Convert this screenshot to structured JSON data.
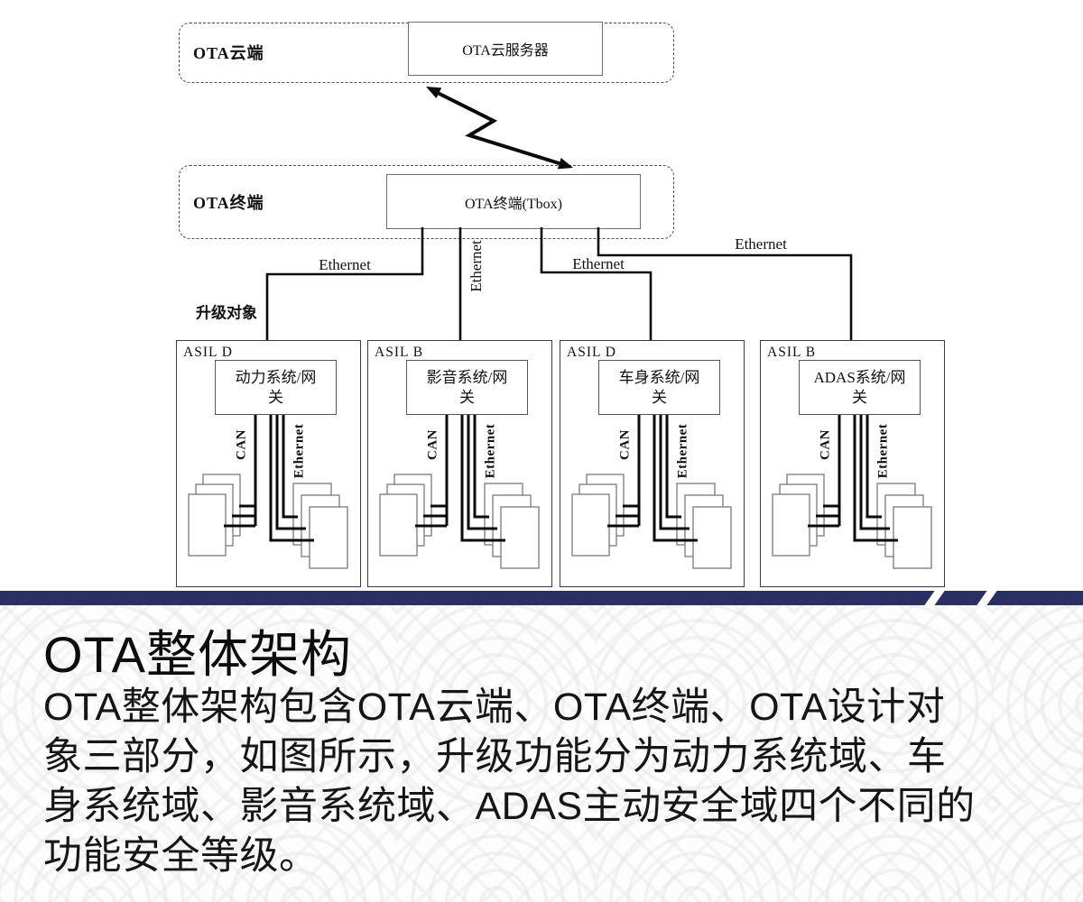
{
  "diagram": {
    "cloud": {
      "label": "OTA云端",
      "server": "OTA云服务器"
    },
    "terminal": {
      "label": "OTA终端",
      "tbox": "OTA终端(Tbox)"
    },
    "upgrade_targets_label": "升级对象",
    "ethernet_links": [
      "Ethernet",
      "Ethernet",
      "Ethernet",
      "Ethernet"
    ],
    "bus_labels": {
      "can": "CAN",
      "ethernet": "Ethernet"
    },
    "domains": [
      {
        "asil": "ASIL D",
        "gateway_line1": "动力系统/网",
        "gateway_line2": "关"
      },
      {
        "asil": "ASIL B",
        "gateway_line1": "影音系统/网",
        "gateway_line2": "关"
      },
      {
        "asil": "ASIL D",
        "gateway_line1": "车身系统/网",
        "gateway_line2": "关"
      },
      {
        "asil": "ASIL B",
        "gateway_line1": "ADAS系统/网",
        "gateway_line2": "关"
      }
    ]
  },
  "article": {
    "title": "OTA整体架构",
    "body_lines": [
      "OTA整体架构包含OTA云端、OTA终端、OTA设计对",
      "象三部分，如图所示，升级功能分为动力系统域、车",
      "身系统域、影音系统域、ADAS主动安全域四个不同的",
      "功能安全等级。"
    ]
  },
  "colors": {
    "banner": "#2a3065",
    "line": "#0a0a0a"
  }
}
